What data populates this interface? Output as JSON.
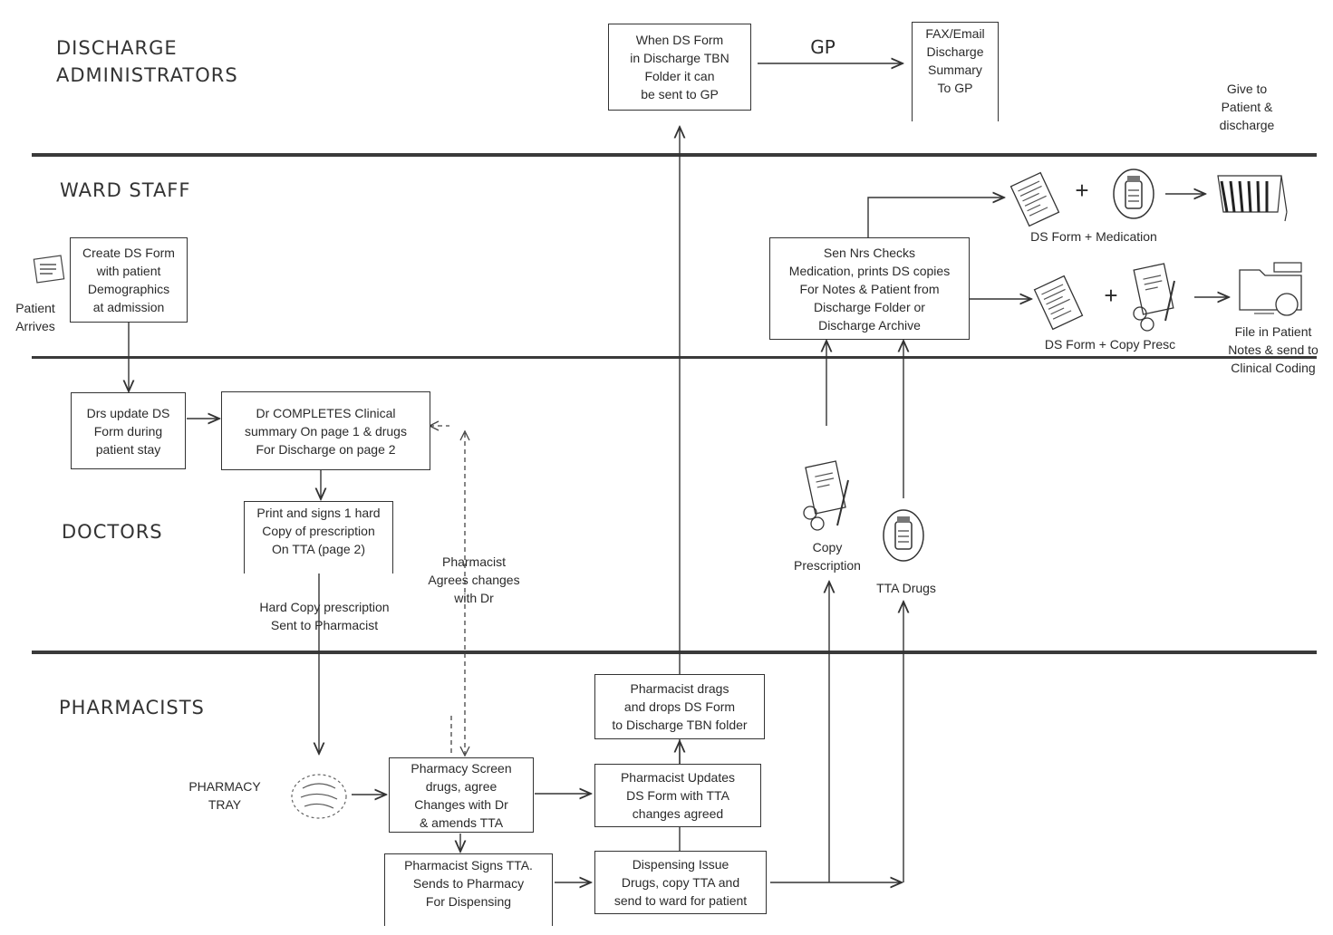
{
  "lanes": {
    "admin": "DISCHARGE\nADMINISTRATORS",
    "ward": "WARD STAFF",
    "doctors": "DOCTORS",
    "pharmacists": "PHARMACISTS"
  },
  "nodes": {
    "create_ds": "Create DS Form\nwith patient\nDemographics\nat admission",
    "patient_arrives": "Patient\nArrives",
    "drs_update": "Drs update DS\nForm during\npatient stay",
    "dr_completes": "Dr COMPLETES Clinical\nsummary On page 1 & drugs\nFor Discharge on page 2",
    "print_signs": "Print and signs 1 hard\nCopy of prescription\nOn TTA (page 2)",
    "hard_copy": "Hard Copy prescription\nSent to Pharmacist",
    "pharmacist_agrees": "Pharmacist\nAgrees changes\nwith Dr",
    "pharmacy_tray": "PHARMACY\nTRAY",
    "pharmacy_screen": "Pharmacy Screen\ndrugs, agree\nChanges with Dr\n& amends TTA",
    "pharmacist_signs": "Pharmacist Signs TTA.\nSends to Pharmacy\nFor Dispensing",
    "pharmacist_updates": "Pharmacist Updates\nDS Form with TTA\nchanges agreed",
    "pharmacist_drags": "Pharmacist drags\nand drops DS Form\nto Discharge TBN folder",
    "dispensing": "Dispensing Issue\nDrugs, copy TTA and\nsend to ward for patient",
    "when_ds_form": "When DS Form\nin Discharge TBN\nFolder it can\nbe sent to GP",
    "gp": "GP",
    "fax_email": "FAX/Email\nDischarge\nSummary\nTo GP",
    "sen_nrs": "Sen Nrs Checks\nMedication, prints DS copies\nFor Notes & Patient from\nDischarge Folder or\nDischarge Archive",
    "copy_prescription": "Copy\nPrescription",
    "tta_drugs": "TTA Drugs",
    "ds_form_medication": "DS Form + Medication",
    "give_to_patient": "Give to\nPatient &\ndischarge",
    "ds_form_copy_presc": "DS Form + Copy Presc",
    "file_in_notes": "File in Patient\nNotes & send to\nClinical Coding"
  },
  "symbols": {
    "plus": "+"
  },
  "icons": [
    "patient-form-icon",
    "ds-form-icon",
    "medication-bottle-icon",
    "patient-bed-icon",
    "prescription-icon",
    "file-folder-icon",
    "pharmacy-tray-icon"
  ]
}
